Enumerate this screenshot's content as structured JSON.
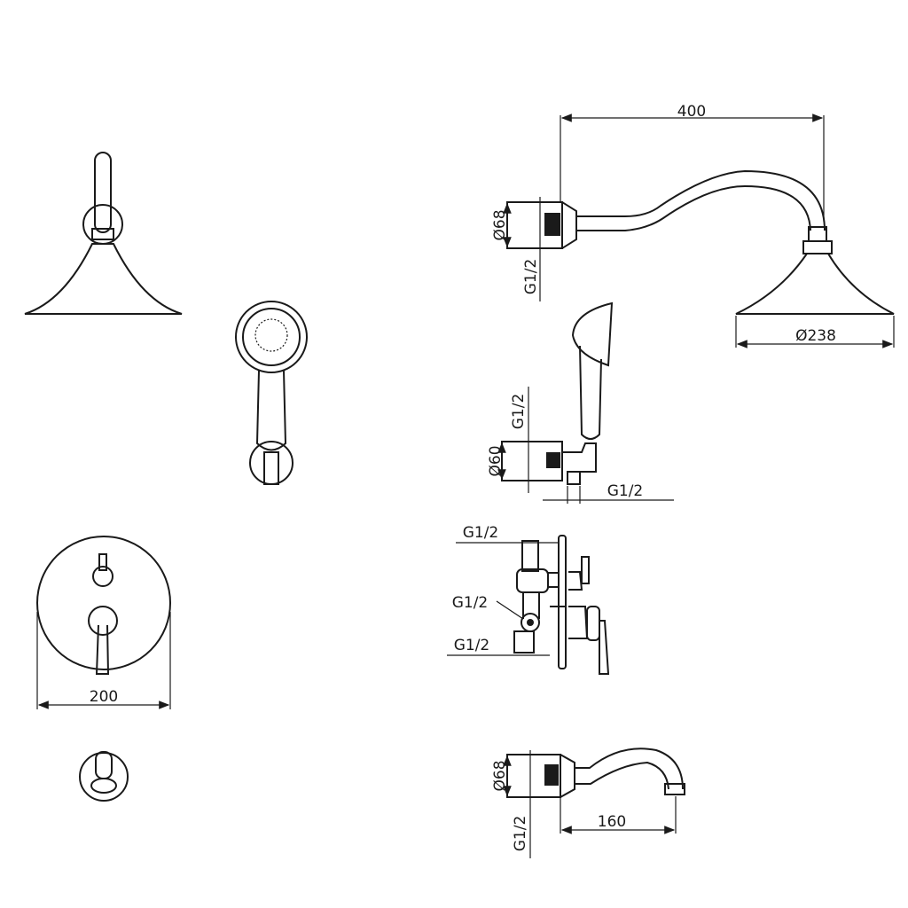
{
  "overhead_shower": {
    "arm_length": "400",
    "flange_diameter": "Ø68",
    "thread": "G1/2",
    "head_diameter": "Ø238"
  },
  "hand_shower": {
    "thread_top": "G1/2",
    "flange_diameter": "Ø60",
    "thread_outlet": "G1/2"
  },
  "mixer": {
    "thread_top": "G1/2",
    "thread_middle": "G1/2",
    "thread_bottom": "G1/2",
    "plate_width": "200"
  },
  "spout": {
    "flange_diameter": "Ø68",
    "thread": "G1/2",
    "length": "160"
  }
}
